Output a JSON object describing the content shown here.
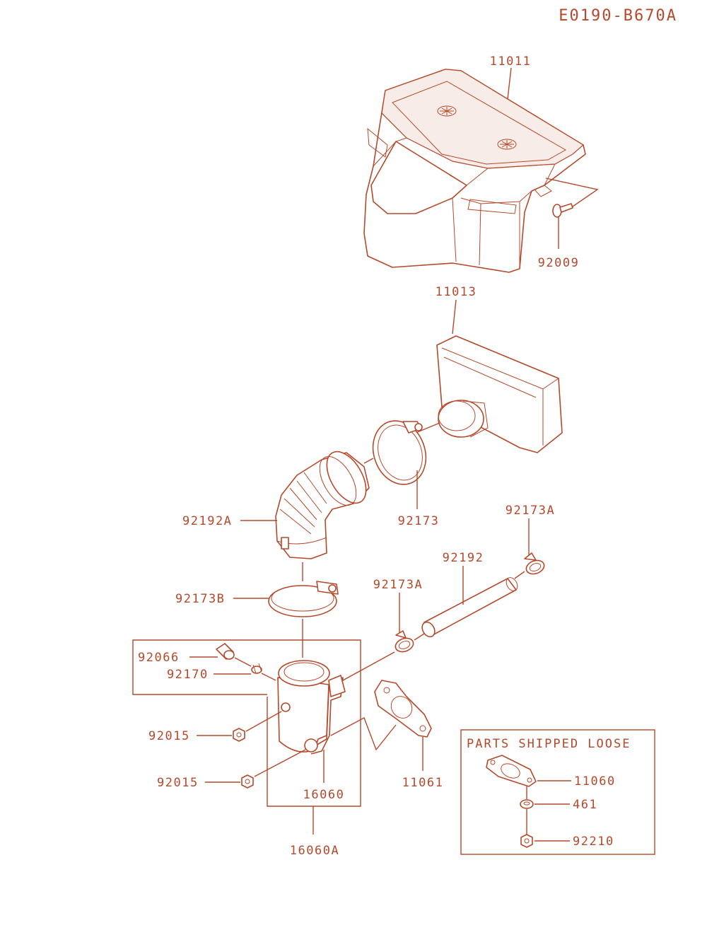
{
  "diagram": {
    "code": "E0190-B670A",
    "accent_color": "#b5492b",
    "parts_box_title": "PARTS SHIPPED LOOSE",
    "labels": {
      "p11011": "11011",
      "p92009": "92009",
      "p11013": "11013",
      "p92173": "92173",
      "p92173A_top": "92173A",
      "p92192A": "92192A",
      "p92192": "92192",
      "p92173A_mid": "92173A",
      "p92173B": "92173B",
      "p92066": "92066",
      "p92170": "92170",
      "p92015_a": "92015",
      "p92015_b": "92015",
      "p16060": "16060",
      "p16060A": "16060A",
      "p11061": "11061",
      "p11060": "11060",
      "p461": "461",
      "p92210": "92210"
    }
  }
}
